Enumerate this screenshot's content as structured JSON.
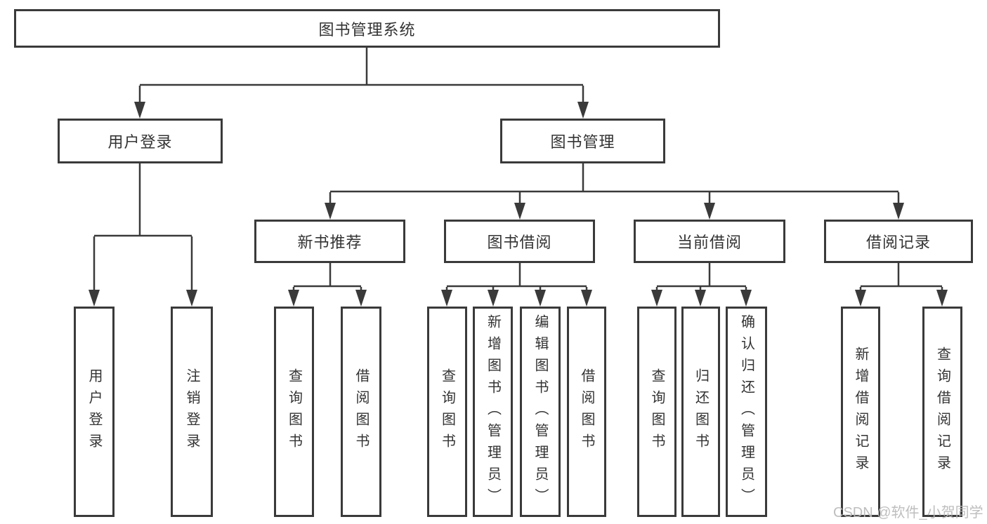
{
  "colors": {
    "line": "#3a3a3a",
    "box_border": "#3a3a3a",
    "text": "#333333",
    "box_background": "#ffffff",
    "page_background": "#ffffff",
    "watermark": "#b9b9b9"
  },
  "tree": {
    "root": "图书管理系统",
    "branches": [
      {
        "label": "用户登录",
        "children": [
          "用户登录",
          "注销登录"
        ]
      },
      {
        "label": "图书管理",
        "groups": [
          {
            "label": "新书推荐",
            "children": [
              "查询图书",
              "借阅图书"
            ]
          },
          {
            "label": "图书借阅",
            "children": [
              "查询图书",
              "新增图书（管理员）",
              "编辑图书（管理员）",
              "借阅图书"
            ]
          },
          {
            "label": "当前借阅",
            "children": [
              "查询图书",
              "归还图书",
              "确认归还（管理员）"
            ]
          },
          {
            "label": "借阅记录",
            "children": [
              "新增借阅记录",
              "查询借阅记录"
            ]
          }
        ]
      }
    ]
  },
  "watermark": {
    "text": "CSDN @软件_小贺同学"
  }
}
